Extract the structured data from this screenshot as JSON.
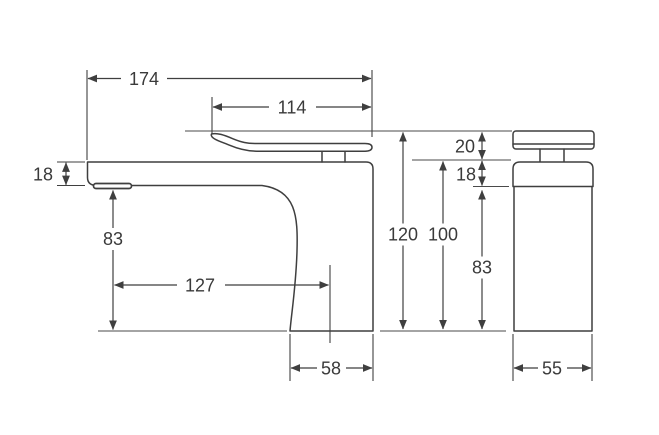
{
  "meta": {
    "description": "Basin mixer tap technical dimension drawing, side elevation and front elevation, dimensions in mm",
    "background_color": "#ffffff",
    "line_color": "#3f3f3f",
    "text_color": "#3a3a3a"
  },
  "dimensions": {
    "overall_length": "174",
    "spout_handle_length": "114",
    "spout_thickness": "18",
    "spout_height": "83",
    "spout_reach": "127",
    "base_depth": "58",
    "overall_height": "120",
    "body_top_height": "100",
    "handle_rise": "20",
    "flange_height": "18",
    "body_height": "83",
    "body_width": "55"
  }
}
